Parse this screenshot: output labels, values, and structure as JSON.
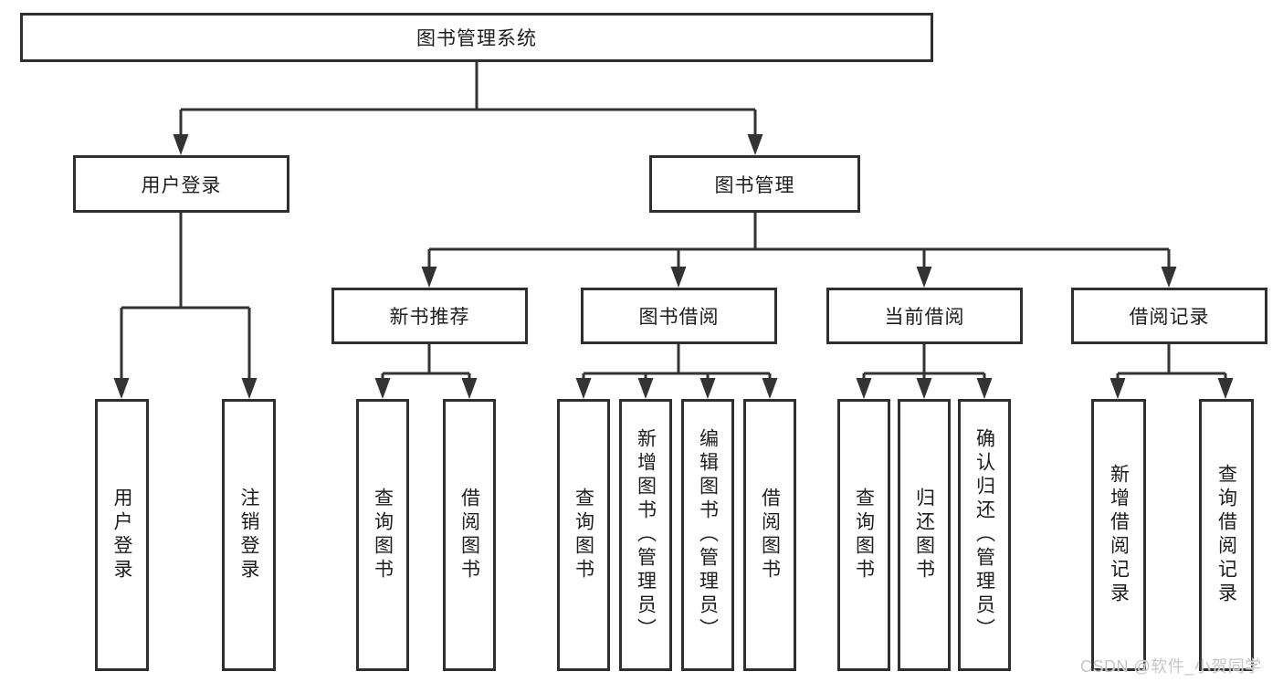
{
  "tree": {
    "root": {
      "label": "图书管理系统",
      "children": [
        {
          "label": "用户登录",
          "children": [
            {
              "label": "用户登录"
            },
            {
              "label": "注销登录"
            }
          ]
        },
        {
          "label": "图书管理",
          "children": [
            {
              "label": "新书推荐",
              "children": [
                {
                  "label": "查询图书"
                },
                {
                  "label": "借阅图书"
                }
              ]
            },
            {
              "label": "图书借阅",
              "children": [
                {
                  "label": "查询图书"
                },
                {
                  "label": "新增图书（管理员）"
                },
                {
                  "label": "编辑图书（管理员）"
                },
                {
                  "label": "借阅图书"
                }
              ]
            },
            {
              "label": "当前借阅",
              "children": [
                {
                  "label": "查询图书"
                },
                {
                  "label": "归还图书"
                },
                {
                  "label": "确认归还（管理员）"
                }
              ]
            },
            {
              "label": "借阅记录",
              "children": [
                {
                  "label": "新增借阅记录"
                },
                {
                  "label": "查询借阅记录"
                }
              ]
            }
          ]
        }
      ]
    }
  },
  "watermark": {
    "text": "CSDN @软件_小贺同学",
    "color": "#c6c6c6"
  },
  "colors": {
    "background": "#ffffff",
    "line": "#333333",
    "box_border": "#2f2f2f",
    "text": "#1d1d1d"
  }
}
